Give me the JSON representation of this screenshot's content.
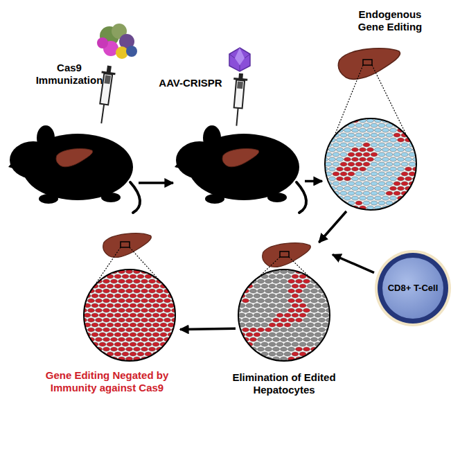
{
  "diagram": {
    "nodes": [
      {
        "text": [
          "Cas9 Immunization"
        ]
      },
      {
        "text": [
          "AAV-CRISPR"
        ]
      },
      {
        "text": [
          "Endogenous Gene Editing"
        ]
      },
      {
        "text": [
          "Elimination of Edited Hepatocytes"
        ]
      },
      {
        "text": [
          "Gene Editing Negated by Immunity against Cas9"
        ]
      },
      {
        "text": [
          "CD8+ T-Cell"
        ]
      }
    ],
    "edges": [
      {
        "from": 0,
        "to": 1,
        "arrow": "to"
      },
      {
        "from": 1,
        "to": 2,
        "arrow": "to"
      },
      {
        "from": 2,
        "to": 3,
        "arrow": "to"
      },
      {
        "from": 5,
        "to": 3,
        "arrow": "to"
      },
      {
        "from": 3,
        "to": 4,
        "arrow": "to"
      }
    ]
  }
}
